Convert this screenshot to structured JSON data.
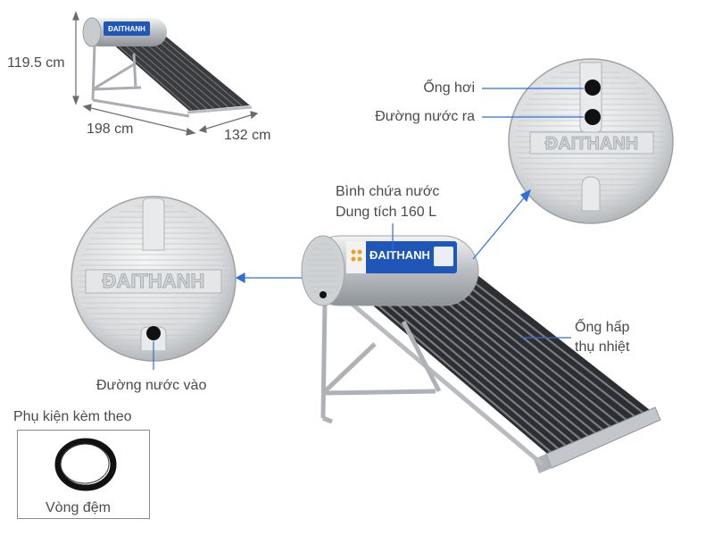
{
  "dimensions": {
    "height": "119.5 cm",
    "length": "198 cm",
    "width": "132 cm"
  },
  "brand": "ĐAITHANH",
  "callouts": {
    "steam_outlet": "Ống hơi",
    "water_outlet": "Đường nước ra",
    "tank_line1": "Bình chứa nước",
    "tank_line2": "Dung tích 160 L",
    "tubes_line1": "Ống hấp",
    "tubes_line2": "thụ nhiệt",
    "water_inlet": "Đường nước vào"
  },
  "accessory": {
    "title": "Phụ kiện kèm theo",
    "item": "Vòng đệm"
  },
  "colors": {
    "callout_line": "#2f6fd6",
    "brand_blue": "#1f56b8"
  }
}
